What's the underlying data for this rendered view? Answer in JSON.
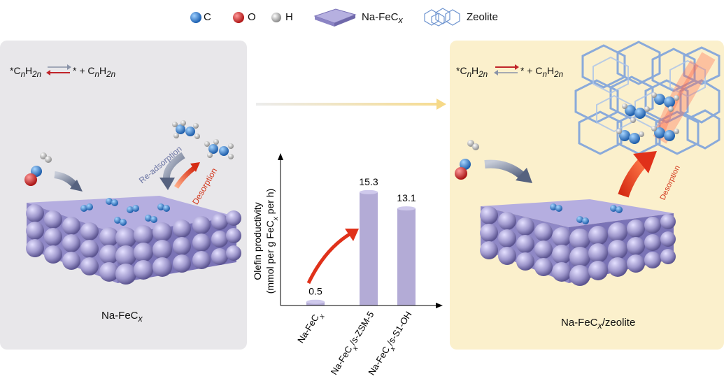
{
  "legend": {
    "c_label": "C",
    "o_label": "O",
    "h_label": "H",
    "nafecx_label": "Na-FeC",
    "nafecx_sub": "x",
    "zeolite_label": "Zeolite"
  },
  "left_panel": {
    "equation": {
      "lhs_prefix": "*C",
      "lhs_n": "n",
      "lhs_h": "H",
      "lhs_2n": "2n",
      "rhs": "* + C",
      "rhs_n": "n",
      "rhs_h": "H",
      "rhs_2n": "2n"
    },
    "readsorption_label": "Re-adsorption",
    "desorption_label": "Desorption",
    "caption_main": "Na-FeC",
    "caption_sub": "x"
  },
  "right_panel": {
    "equation": {
      "lhs_prefix": "*C",
      "lhs_n": "n",
      "lhs_h": "H",
      "lhs_2n": "2n",
      "rhs": "* + C",
      "rhs_n": "n",
      "rhs_h": "H",
      "rhs_2n": "2n"
    },
    "desorption_label": "Desorption",
    "caption_main": "Na-FeC",
    "caption_sub": "x",
    "caption_tail": "/zeolite"
  },
  "colors": {
    "left_bg": "#e8e7ea",
    "right_bg": "#fbf0cc",
    "bar": "#b3abd6",
    "sphere": "#9e97cc",
    "carbon": "#2d7bd1",
    "oxygen": "#d62a2a",
    "hydrogen": "#c9c9c9",
    "arrow_red": "#e03a1e",
    "arrow_blue": "#5b6a8f"
  },
  "chart_data": {
    "type": "bar",
    "ylabel_line1": "Olefin productivity",
    "ylabel_line2_a": "(mmol per g FeC",
    "ylabel_line2_sub": "x",
    "ylabel_line2_b": " per h)",
    "ylim": [
      0,
      20
    ],
    "categories": [
      {
        "main": "Na-FeC",
        "sub": "x",
        "tail": ""
      },
      {
        "main": "Na-FeC",
        "sub": "x",
        "tail": "/s-ZSM-5"
      },
      {
        "main": "Na-FeC",
        "sub": "x",
        "tail": "/s-S1-OH"
      }
    ],
    "values": [
      0.5,
      15.3,
      13.1
    ],
    "value_labels": [
      "0.5",
      "15.3",
      "13.1"
    ]
  }
}
